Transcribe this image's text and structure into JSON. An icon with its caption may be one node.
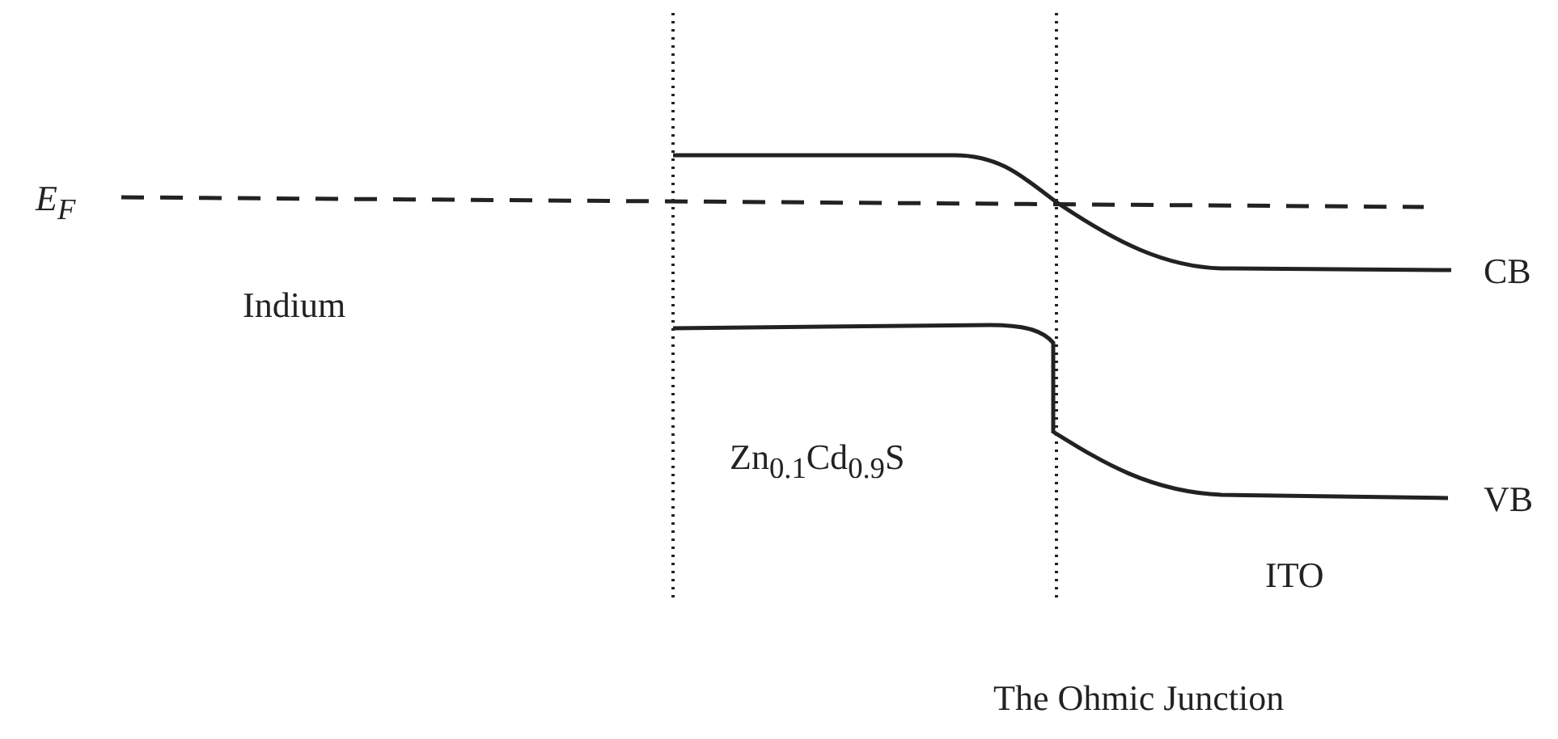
{
  "diagram": {
    "labels": [
      "E$_{F}$",
      "Indium",
      "CB",
      "Zn$_{0.1}$Cd$_{0.9}$S",
      "VB",
      "ITO",
      "The Ohmic Junction"
    ]
  }
}
